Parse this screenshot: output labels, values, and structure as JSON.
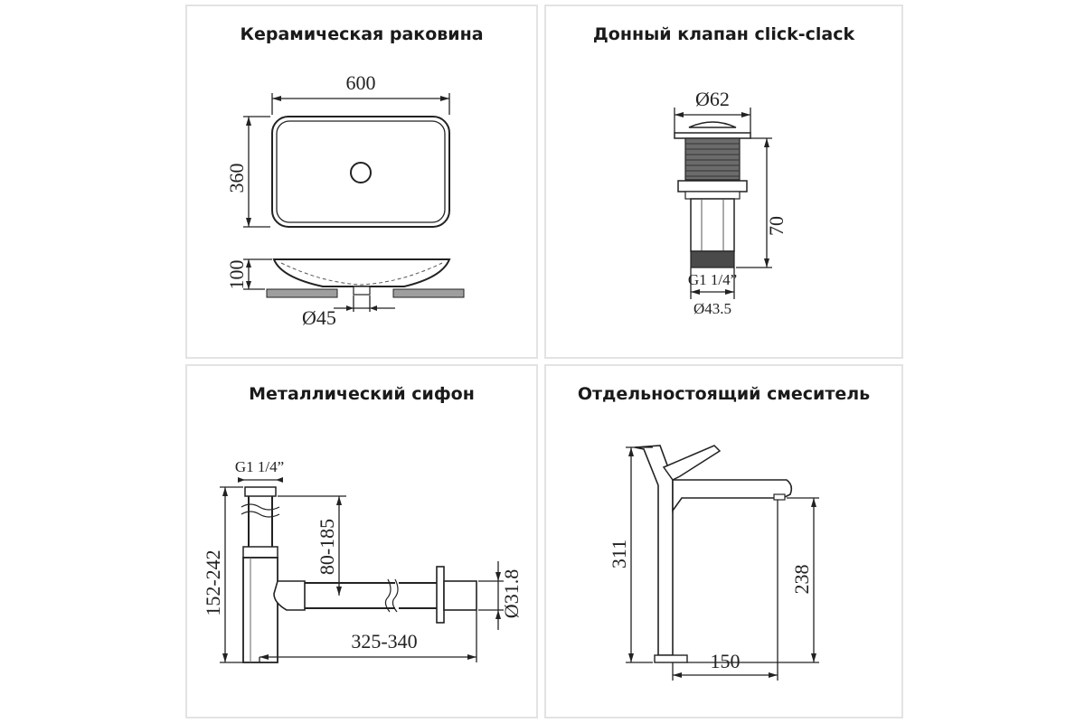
{
  "panels": {
    "sink": {
      "title": "Керамическая раковина",
      "dim_width": "600",
      "dim_depth": "360",
      "dim_height": "100",
      "dim_drain": "Ø45"
    },
    "valve": {
      "title": "Донный клапан click-clack",
      "dim_cap": "Ø62",
      "dim_height": "70",
      "dim_thread": "G1 1/4”",
      "dim_body": "Ø43.5"
    },
    "siphon": {
      "title": "Металлический сифон",
      "dim_thread": "G1 1/4”",
      "dim_total_height": "152-242",
      "dim_upper": "80-185",
      "dim_length": "325-340",
      "dim_pipe": "Ø31.8"
    },
    "mixer": {
      "title": "Отдельностоящий смеситель",
      "dim_height": "311",
      "dim_spout_height": "238",
      "dim_reach": "150"
    }
  },
  "colors": {
    "line": "#222222",
    "panel_border": "#e3e3e3",
    "counter_fill": "#9e9e9e"
  }
}
